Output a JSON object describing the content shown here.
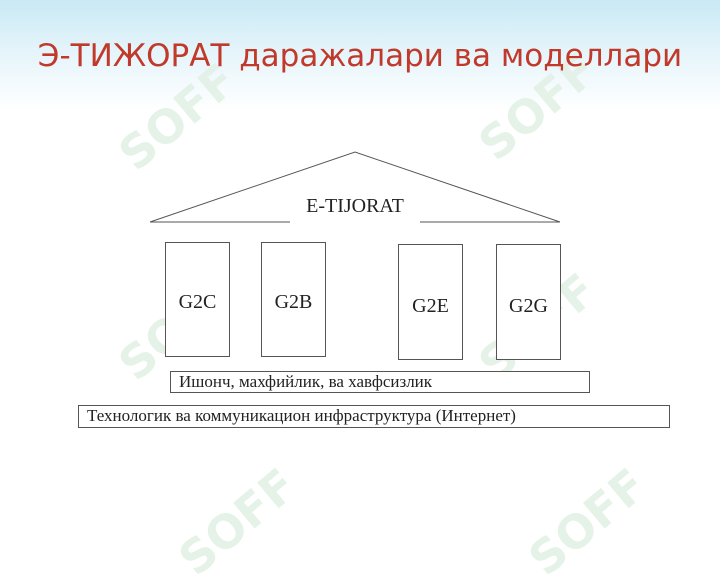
{
  "slide": {
    "title": "Э-ТИЖОРАТ даражалари ва моделлари",
    "watermark": "SOFF"
  },
  "diagram": {
    "roof_label": "E-TIJORAT",
    "pillars": [
      "G2C",
      "G2B",
      "G2E",
      "G2G"
    ],
    "middle_layer": "Ишонч, махфийлик, ва хавфсизлик",
    "base_layer": "Технологик ва коммуникацион инфраструктура (Интернет)"
  },
  "colors": {
    "title": "#c0392b",
    "header_band": "#c9e9f4",
    "watermark": "#e3f1e6",
    "lines": "#555555"
  }
}
